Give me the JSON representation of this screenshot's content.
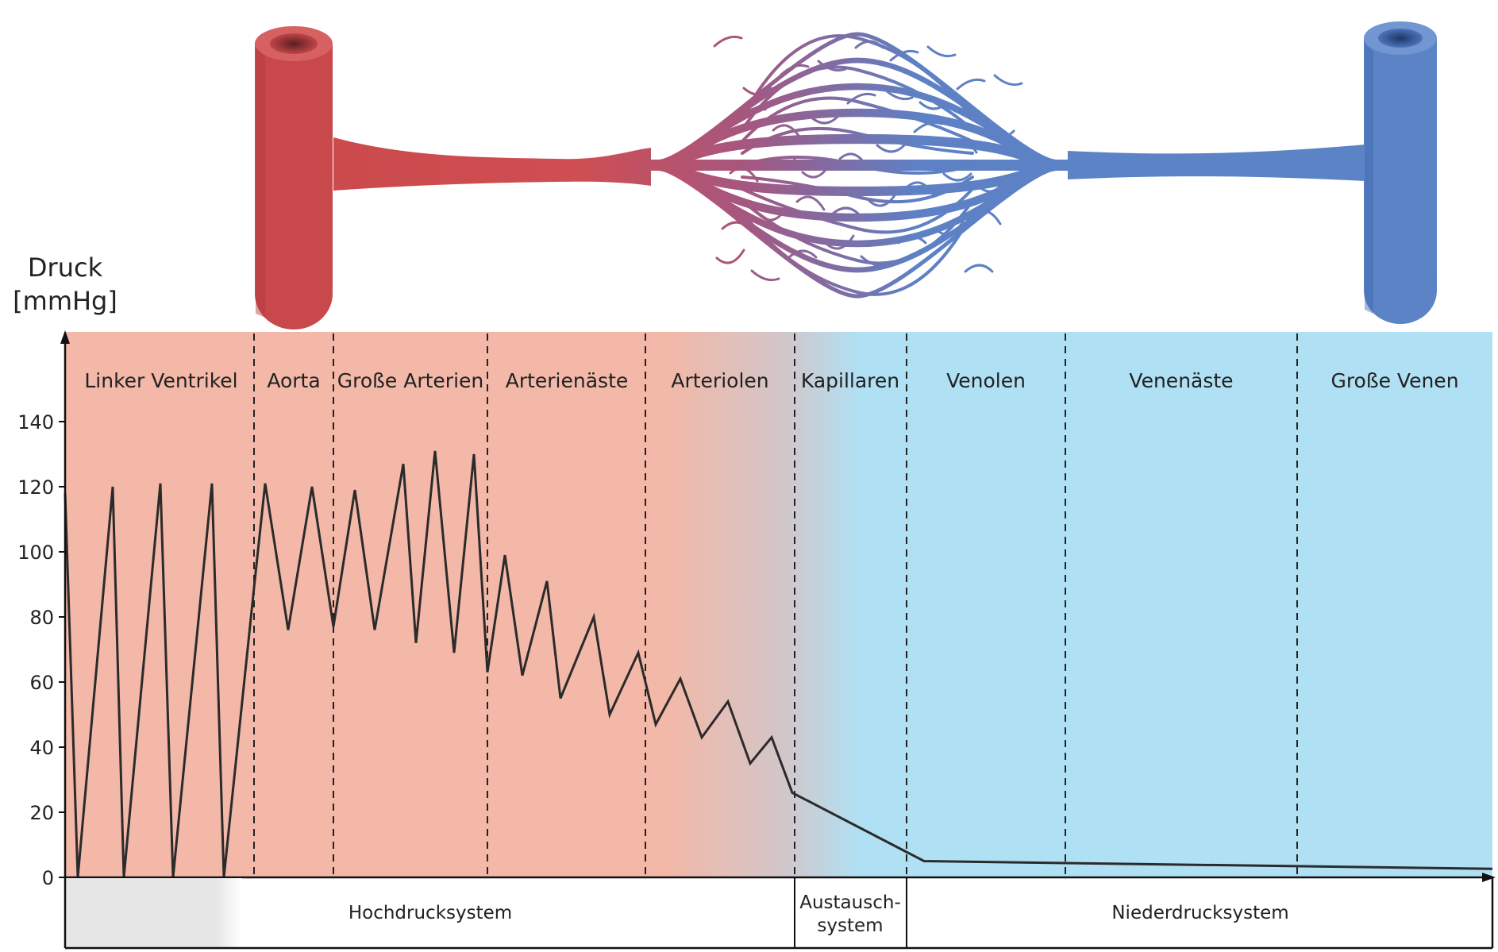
{
  "axis": {
    "title_line1": "Druck",
    "title_line2": "[mmHg]",
    "y_ticks": [
      0,
      20,
      40,
      60,
      80,
      100,
      120,
      140
    ],
    "ylim": [
      0,
      165
    ]
  },
  "segments": [
    {
      "label": "Linker Ventrikel",
      "system": "high"
    },
    {
      "label": "Aorta",
      "system": "high"
    },
    {
      "label": "Große Arterien",
      "system": "high"
    },
    {
      "label": "Arterienäste",
      "system": "high"
    },
    {
      "label": "Arteriolen",
      "system": "high"
    },
    {
      "label": "Kapillaren",
      "system": "exchange"
    },
    {
      "label": "Venolen",
      "system": "low"
    },
    {
      "label": "Venenäste",
      "system": "low"
    },
    {
      "label": "Große Venen",
      "system": "low"
    }
  ],
  "systems": {
    "high": "Hochdrucksystem",
    "exchange_line1": "Austausch-",
    "exchange_line2": "system",
    "low": "Niederdrucksystem"
  },
  "colors": {
    "high_pressure_bg": "#f3b8a8",
    "low_pressure_bg": "#b0e0f4",
    "artery": "#cb4a4c",
    "vein": "#5b83c6",
    "curve": "#2b2b2b",
    "ventricle_bar": "#e8e8e8"
  },
  "icons": {
    "artery": "artery-tube-icon",
    "capillary": "capillary-network-icon",
    "vein": "vein-tube-icon"
  },
  "chart_data": {
    "type": "line",
    "ylabel": "Druck [mmHg]",
    "ylim": [
      0,
      165
    ],
    "series": [
      {
        "values": [
          118,
          0,
          120,
          0,
          121,
          0,
          121,
          0,
          89,
          121,
          76,
          120,
          77,
          119,
          76,
          127,
          72,
          131,
          69,
          130,
          63,
          99,
          62,
          91,
          55,
          80,
          50,
          69,
          47,
          61,
          43,
          54,
          35,
          43,
          26,
          5,
          2.6
        ]
      }
    ]
  }
}
